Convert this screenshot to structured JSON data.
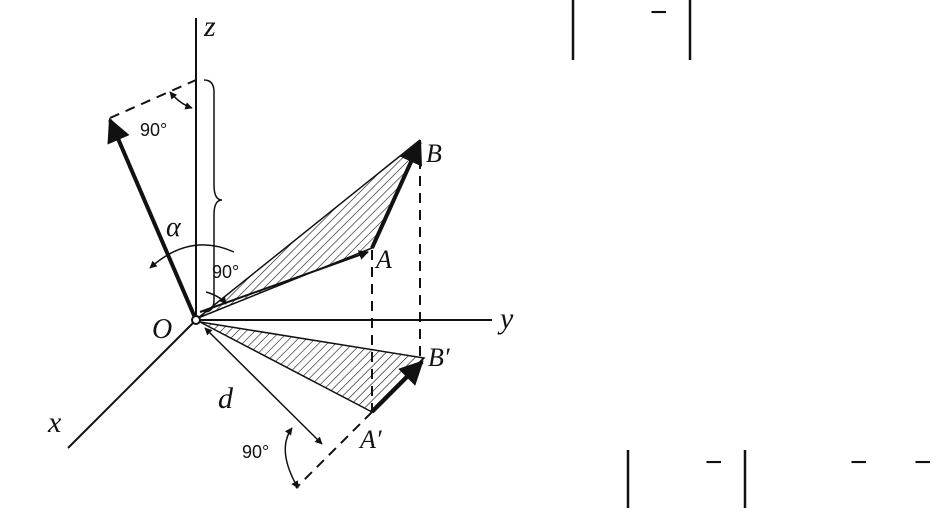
{
  "diagram": {
    "axis_labels": {
      "x": "x",
      "y": "y",
      "z": "z"
    },
    "origin_label": "O",
    "point_labels": {
      "A": "A",
      "B": "B",
      "A_prime": "A′",
      "B_prime": "B′"
    },
    "angle_labels": {
      "alpha": "α",
      "top_right_angle": "90°",
      "mid_right_angle": "90°",
      "bottom_right_angle": "90°"
    },
    "distance_label": "d"
  },
  "margin_marks": {
    "dash": "−"
  },
  "colors": {
    "ink": "#111111",
    "background": "#ffffff"
  }
}
